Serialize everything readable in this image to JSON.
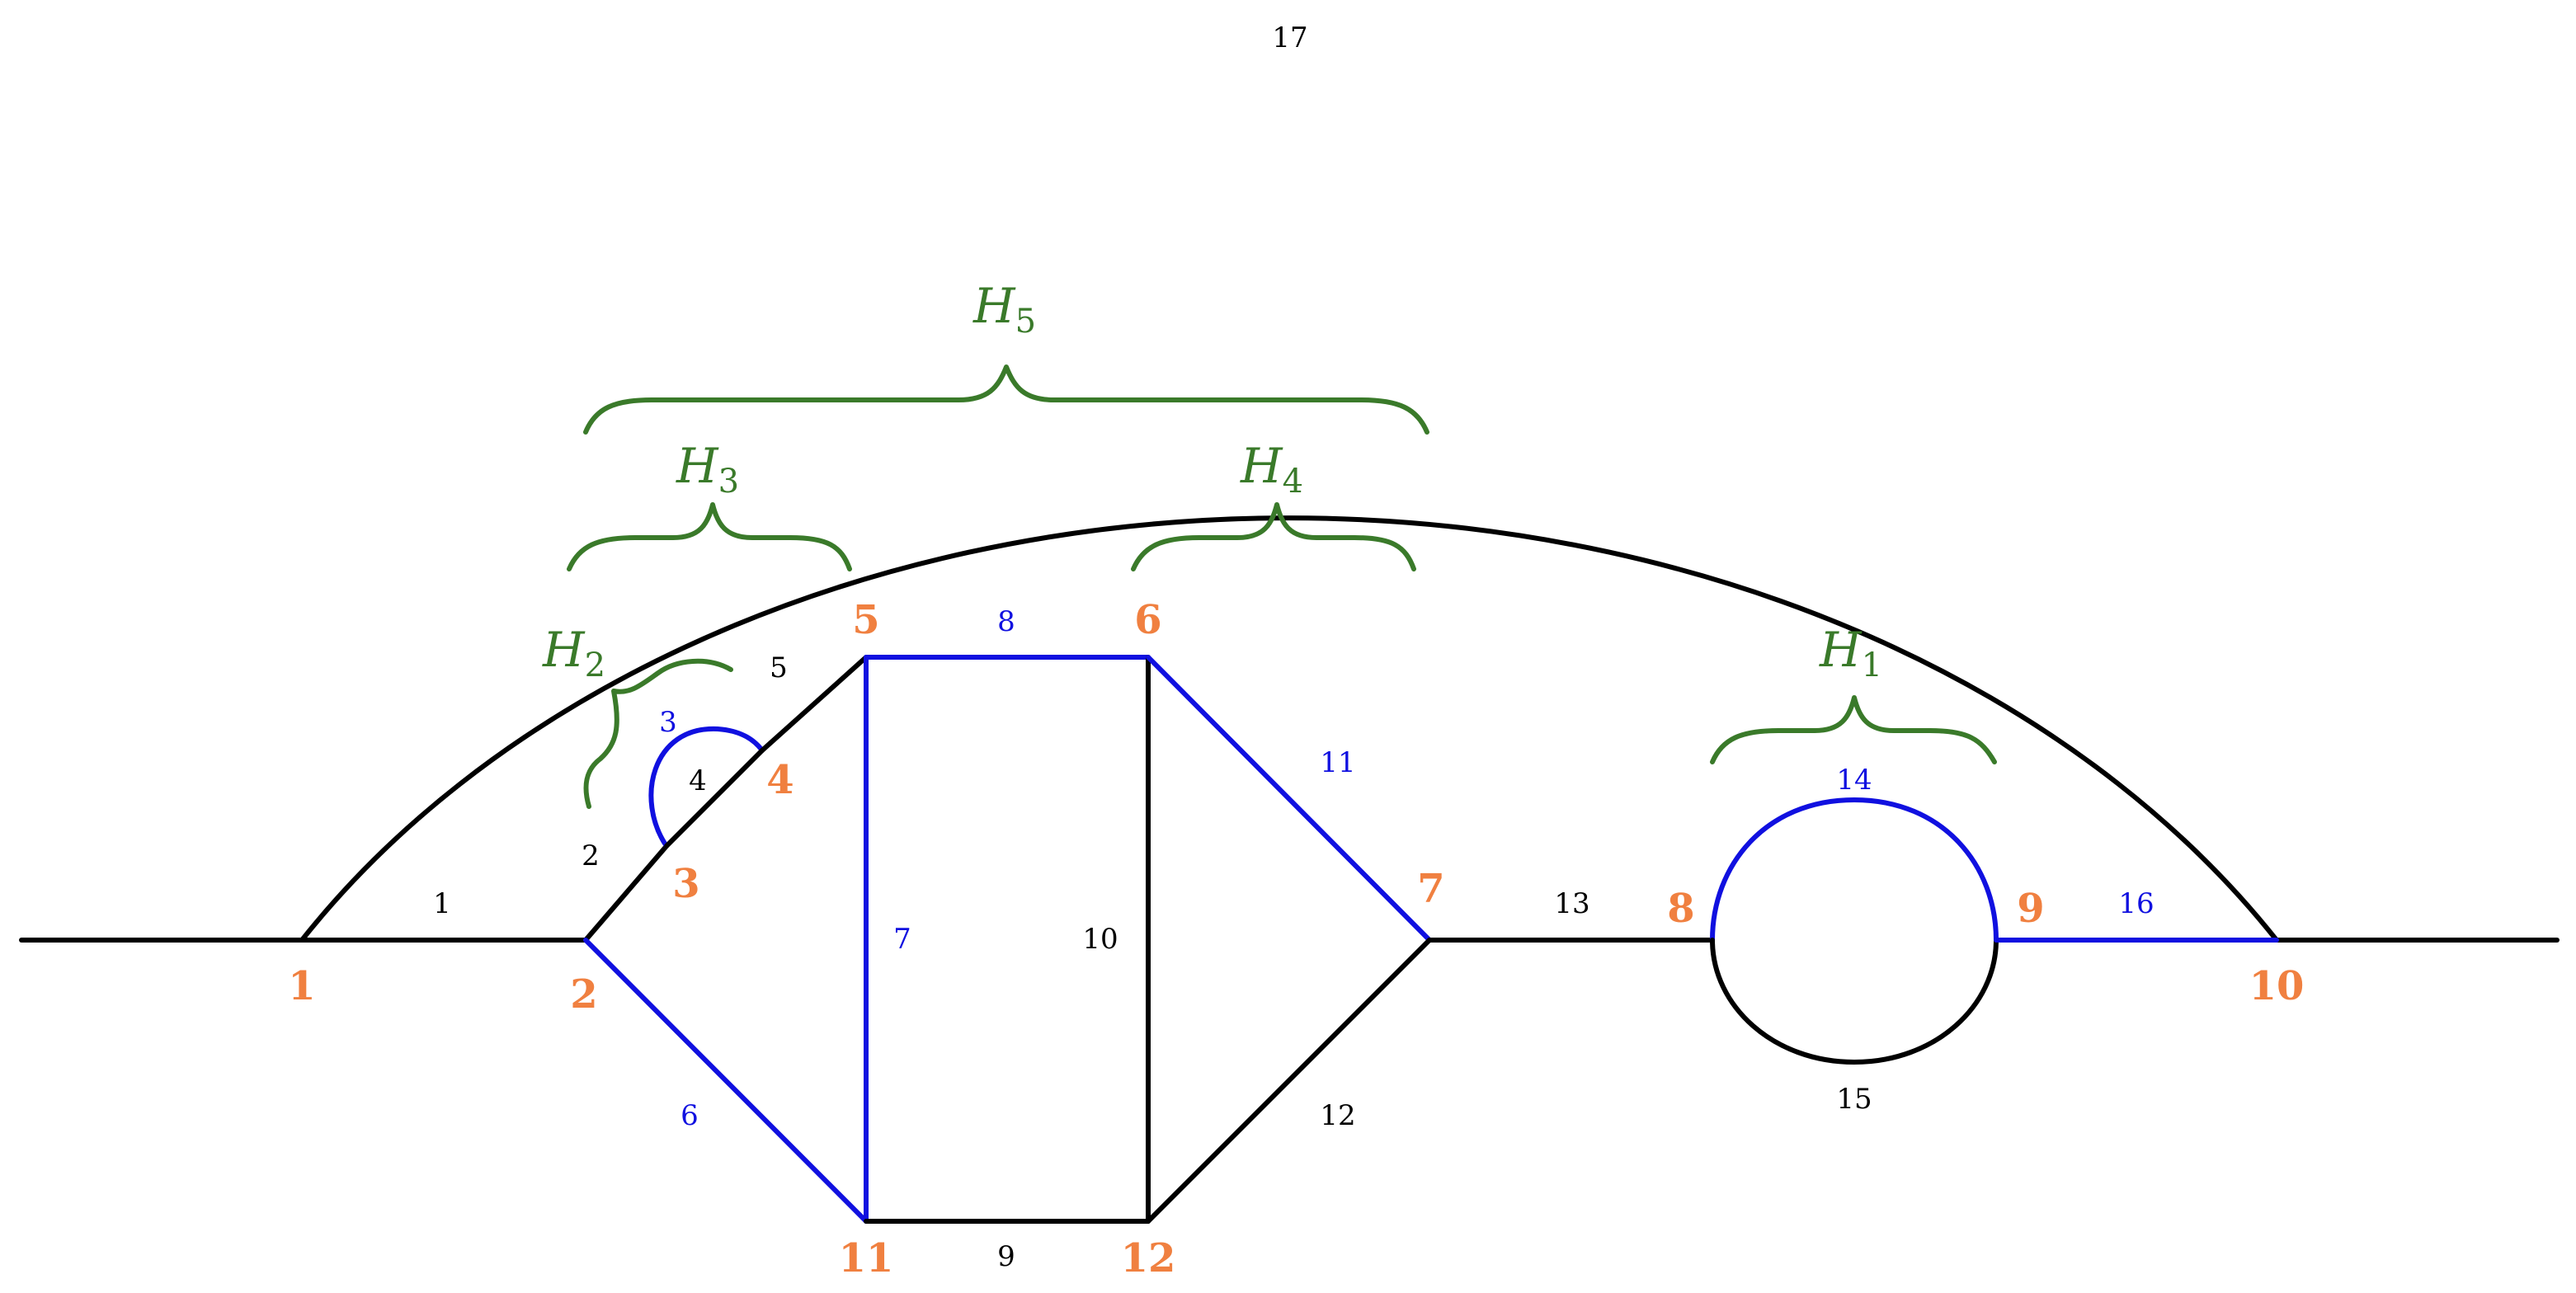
{
  "colors": {
    "black": "#000000",
    "blue": "#1010e0",
    "orange": "#f08040",
    "green": "#3a7a2a"
  },
  "vertices": [
    {
      "id": "v1",
      "label": "1"
    },
    {
      "id": "v2",
      "label": "2"
    },
    {
      "id": "v3",
      "label": "3"
    },
    {
      "id": "v4",
      "label": "4"
    },
    {
      "id": "v5",
      "label": "5"
    },
    {
      "id": "v6",
      "label": "6"
    },
    {
      "id": "v7",
      "label": "7"
    },
    {
      "id": "v8",
      "label": "8"
    },
    {
      "id": "v9",
      "label": "9"
    },
    {
      "id": "v10",
      "label": "10"
    },
    {
      "id": "v11",
      "label": "11"
    },
    {
      "id": "v12",
      "label": "12"
    }
  ],
  "edges": [
    {
      "id": "e1",
      "label": "1",
      "highlight": false
    },
    {
      "id": "e2",
      "label": "2",
      "highlight": false
    },
    {
      "id": "e3",
      "label": "3",
      "highlight": true
    },
    {
      "id": "e4",
      "label": "4",
      "highlight": false
    },
    {
      "id": "e5",
      "label": "5",
      "highlight": false
    },
    {
      "id": "e6",
      "label": "6",
      "highlight": true
    },
    {
      "id": "e7",
      "label": "7",
      "highlight": true
    },
    {
      "id": "e8",
      "label": "8",
      "highlight": true
    },
    {
      "id": "e9",
      "label": "9",
      "highlight": false
    },
    {
      "id": "e10",
      "label": "10",
      "highlight": false
    },
    {
      "id": "e11",
      "label": "11",
      "highlight": true
    },
    {
      "id": "e12",
      "label": "12",
      "highlight": false
    },
    {
      "id": "e13",
      "label": "13",
      "highlight": false
    },
    {
      "id": "e14",
      "label": "14",
      "highlight": true
    },
    {
      "id": "e15",
      "label": "15",
      "highlight": false
    },
    {
      "id": "e16",
      "label": "16",
      "highlight": true
    },
    {
      "id": "e17",
      "label": "17",
      "highlight": false
    }
  ],
  "groups": [
    {
      "id": "H1",
      "main": "H",
      "sub": "1"
    },
    {
      "id": "H2",
      "main": "H",
      "sub": "2"
    },
    {
      "id": "H3",
      "main": "H",
      "sub": "3"
    },
    {
      "id": "H4",
      "main": "H",
      "sub": "4"
    },
    {
      "id": "H5",
      "main": "H",
      "sub": "5"
    }
  ]
}
